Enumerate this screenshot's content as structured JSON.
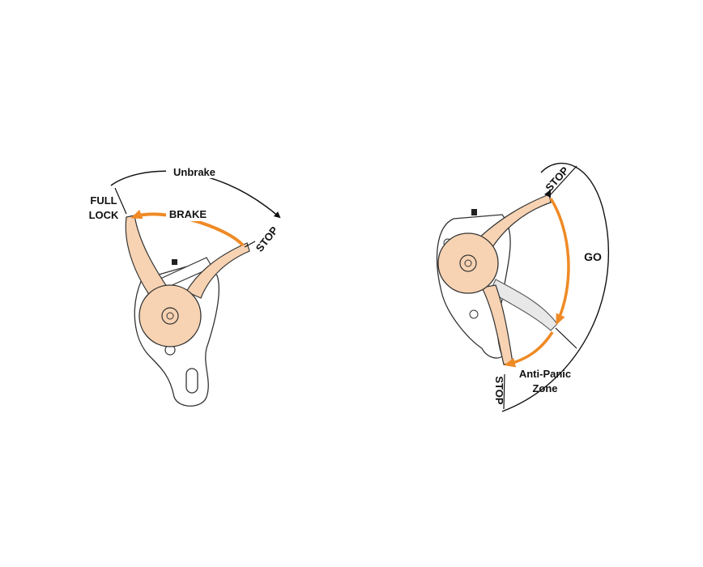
{
  "colors": {
    "orange": "#ef8a25",
    "peach": "#f7d3b3",
    "outline": "#333333",
    "ghost": "#e6e6e6"
  },
  "left_diagram": {
    "unbrake_label": "Unbrake",
    "full_lock_label_1": "FULL",
    "full_lock_label_2": "LOCK",
    "brake_label": "BRAKE",
    "stop_label": "STOP"
  },
  "right_diagram": {
    "stop_top_label": "STOP",
    "go_label": "GO",
    "anti_panic_label_1": "Anti-Panic",
    "anti_panic_label_2": "Zone",
    "stop_bottom_label": "STOP"
  }
}
